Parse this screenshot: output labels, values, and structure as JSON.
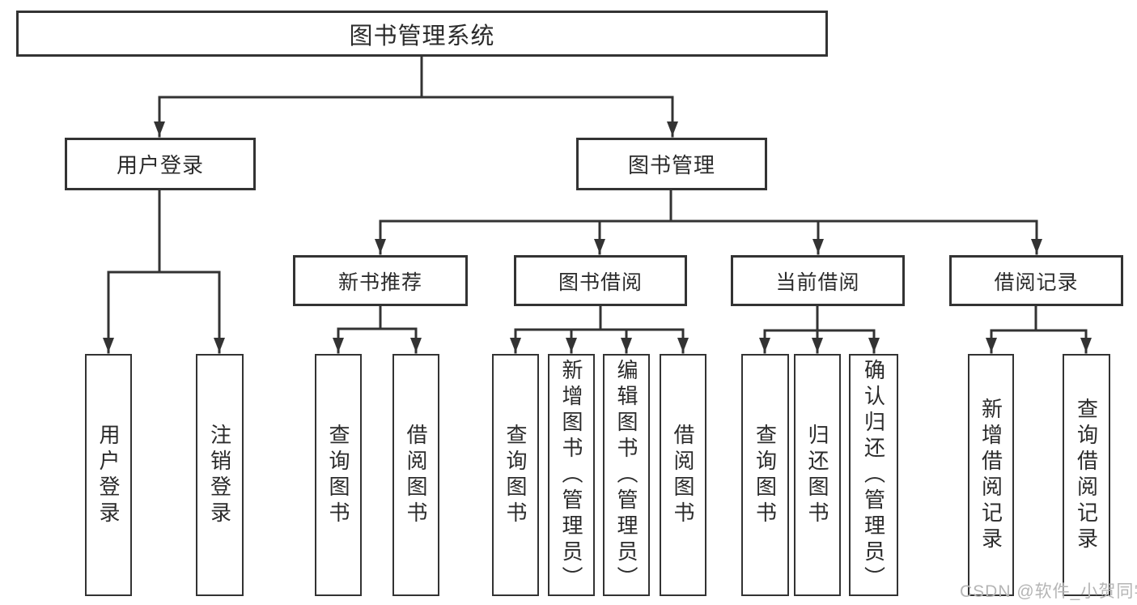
{
  "diagram": {
    "root": {
      "label": "图书管理系统"
    },
    "user_branch": {
      "label": "用户登录",
      "children": [
        {
          "label": "用户登录"
        },
        {
          "label": "注销登录"
        }
      ]
    },
    "mgmt_branch": {
      "label": "图书管理",
      "children": [
        {
          "label": "新书推荐",
          "children": [
            {
              "label": "查询图书"
            },
            {
              "label": "借阅图书"
            }
          ]
        },
        {
          "label": "图书借阅",
          "children": [
            {
              "label": "查询图书"
            },
            {
              "label": "新增图书（管理员）"
            },
            {
              "label": "编辑图书（管理员）"
            },
            {
              "label": "借阅图书"
            }
          ]
        },
        {
          "label": "当前借阅",
          "children": [
            {
              "label": "查询图书"
            },
            {
              "label": "归还图书"
            },
            {
              "label": "确认归还（管理员）"
            }
          ]
        },
        {
          "label": "借阅记录",
          "children": [
            {
              "label": "新增借阅记录"
            },
            {
              "label": "查询借阅记录"
            }
          ]
        }
      ]
    },
    "watermark": "CSDN @软件_小贺同学",
    "colors": {
      "line": "#333333",
      "text": "#2b2b2b",
      "watermark": "#b5b5b5",
      "background": "#ffffff"
    }
  }
}
